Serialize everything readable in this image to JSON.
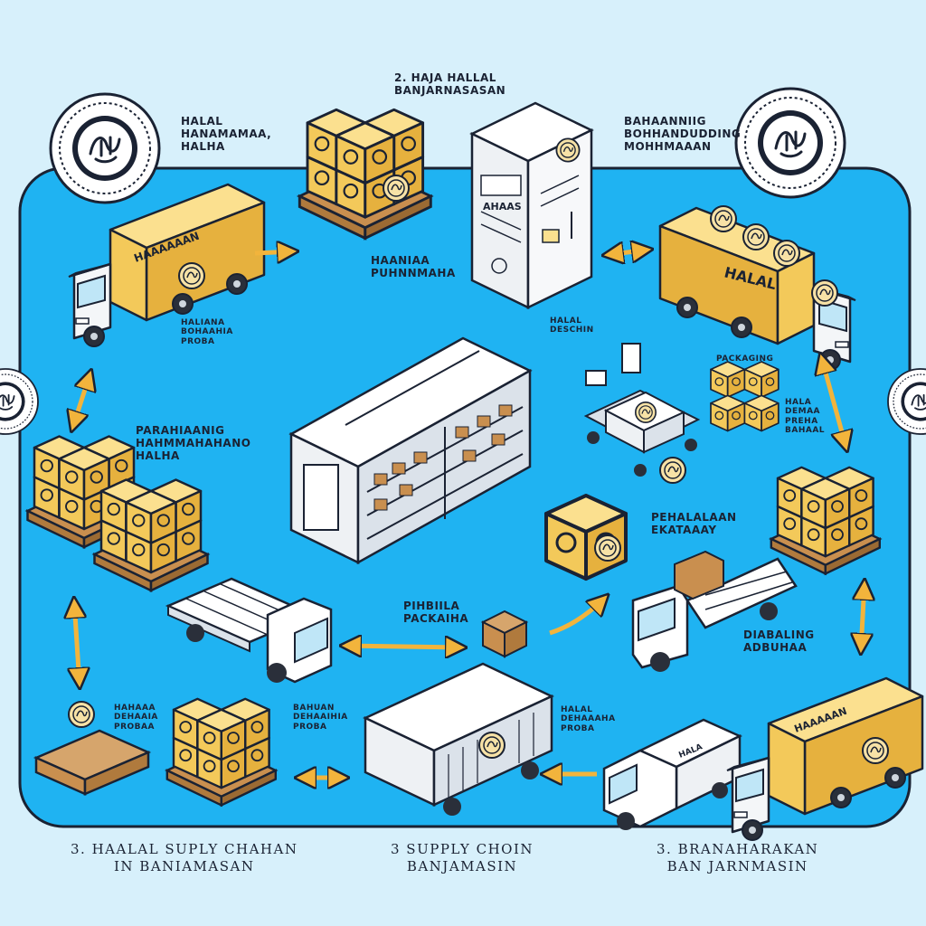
{
  "colors": {
    "background": "#d7f0fb",
    "panel": "#1fb3f2",
    "box": "#f3c95a",
    "arrow": "#f2b43c",
    "outline": "#1a2233"
  },
  "icons": [
    "halal-seal-icon",
    "cargo-truck-icon",
    "pallet-boxes-icon",
    "warehouse-icon",
    "hand-trolley-icon",
    "flatbed-truck-icon",
    "container-icon",
    "document-icon",
    "arrow-icon"
  ],
  "labels": {
    "top_center": [
      "2. HAJA HALLAL",
      "BANJARNASASAN"
    ],
    "top_left_seal": [
      "HALAL",
      "HANAMAMAA,",
      "HALHA"
    ],
    "top_right": [
      "BAHAANNIIG",
      "BOHHANDUDDING",
      "MOHHMAAAN"
    ],
    "pallet_top": [
      "HAANIAA",
      "PUHNNMAHA"
    ],
    "truck_tl": [
      "HALIANA",
      "BOHAAHIA",
      "PROBA"
    ],
    "halal_design": [
      "HALAL",
      "DESCHIN"
    ],
    "packaging": [
      "PACKAGING"
    ],
    "hala_right": [
      "HALA",
      "DEMAA",
      "PREHA",
      "BAHAAL"
    ],
    "left_middle": [
      "PARAHIAANIG",
      "HAHMMAHAHANO",
      "HALHA"
    ],
    "pembelajaran": [
      "PEHALALAAN",
      "EKATAAAY"
    ],
    "packaging_center": [
      "PIHBIILA",
      "PACKAIHA"
    ],
    "diabaling": [
      "DIABALING",
      "ADBUHAA"
    ],
    "bottom_left": [
      "HAHAAA",
      "DEHAAIA",
      "PROBAA"
    ],
    "bahuan": [
      "BAHUAN",
      "DEHAAIHIA",
      "PROBA"
    ],
    "halal_bottom": [
      "HALAL",
      "DEHAAAHA",
      "PROBA"
    ],
    "truck_tl_side": "HAAAAAAN",
    "truck_tr_side": "HALAL",
    "truck_br_side": "HAAAAAN",
    "doc_text": "AHAAS",
    "small_truck_side": "HALA"
  },
  "captions": {
    "left": [
      "3. HAALAL SUPLY CHAHAN",
      "IN BANIAMASAN"
    ],
    "center": [
      "3 SUPPLY CHOIN",
      "BANJAMASIN"
    ],
    "right": [
      "3. BRANAHARAKAN",
      "BAN JARNMASIN"
    ]
  }
}
